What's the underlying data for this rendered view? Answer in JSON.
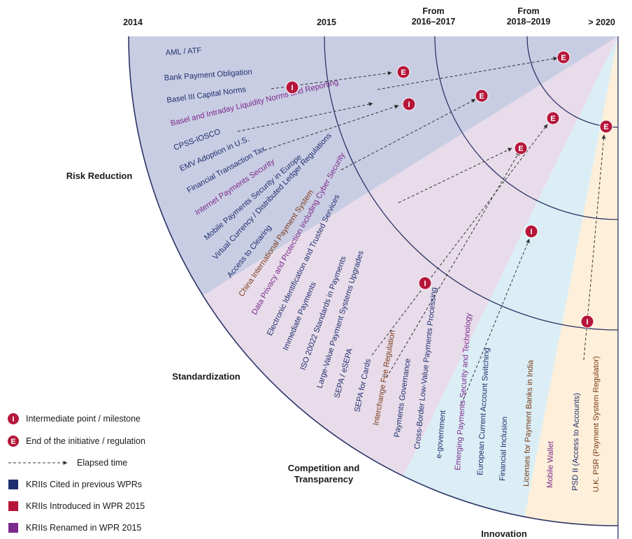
{
  "years": [
    {
      "id": "y2014",
      "lines": [
        "2014"
      ]
    },
    {
      "id": "y2015",
      "lines": [
        "2015"
      ]
    },
    {
      "id": "y2016",
      "lines": [
        "From",
        "2016–2017"
      ]
    },
    {
      "id": "y2018",
      "lines": [
        "From",
        "2018–2019"
      ]
    },
    {
      "id": "y2020",
      "lines": [
        "> 2020"
      ]
    }
  ],
  "categories": [
    {
      "id": "risk",
      "lines": [
        "Risk Reduction"
      ]
    },
    {
      "id": "std",
      "lines": [
        "Standardization"
      ]
    },
    {
      "id": "comp",
      "lines": [
        "Competition and",
        "Transparency"
      ]
    },
    {
      "id": "innov",
      "lines": [
        "Innovation"
      ]
    }
  ],
  "colors": {
    "cited": "#1f2f6e",
    "introduced": "#b5163a",
    "renamed": "#7a2a8c",
    "brown": "#7a3b1a",
    "marker": "#b5163a",
    "risk_bg": "#c9cde3",
    "std_bg": "#e8dcea",
    "comp_bg": "#dbeef5",
    "innov_bg": "#fdefd9",
    "ring": "#2b3467"
  },
  "initiatives": [
    {
      "id": "aml",
      "text": "AML / ATF",
      "status": "cited"
    },
    {
      "id": "bpo",
      "text": "Bank Payment Obligation",
      "status": "cited"
    },
    {
      "id": "basel",
      "text": "Basel III Capital Norms",
      "status": "cited"
    },
    {
      "id": "liq",
      "text": "Basel and Intraday Liquidity Norms and Reporting",
      "status": "renamed"
    },
    {
      "id": "cpss",
      "text": "CPSS-IOSCO",
      "status": "cited"
    },
    {
      "id": "emv",
      "text": "EMV Adoption in U.S.",
      "status": "cited"
    },
    {
      "id": "ftt",
      "text": "Financial Transaction Tax",
      "status": "cited"
    },
    {
      "id": "ips",
      "text": "Internet Payments Security",
      "status": "renamed"
    },
    {
      "id": "mps",
      "text": "Mobile Payments Security in Europe",
      "status": "cited"
    },
    {
      "id": "vc",
      "text": "Virtual Currency / Distributed Ledger Regulations",
      "status": "cited"
    },
    {
      "id": "atc",
      "text": "Access to Clearing",
      "status": "cited"
    },
    {
      "id": "cips",
      "text": "China International Payment System",
      "status": "brown"
    },
    {
      "id": "dpp",
      "text": "Data Privacy and Protection Including Cyber Security",
      "status": "renamed"
    },
    {
      "id": "eid",
      "text": "Electronic Identification and Trusted Services",
      "status": "cited"
    },
    {
      "id": "imm",
      "text": "Immediate Payments",
      "status": "cited"
    },
    {
      "id": "iso",
      "text": "ISO 20022 Standards in Payments",
      "status": "cited"
    },
    {
      "id": "lvp",
      "text": "Large-Value Payment Systems Upgrades",
      "status": "cited"
    },
    {
      "id": "sepa",
      "text": "SEPA / eSEPA",
      "status": "cited"
    },
    {
      "id": "sepac",
      "text": "SEPA for Cards",
      "status": "cited"
    },
    {
      "id": "ifr",
      "text": "Interchange Fee Regulation",
      "status": "brown"
    },
    {
      "id": "pg",
      "text": "Payments Governance",
      "status": "cited"
    },
    {
      "id": "cblv",
      "text": "Cross-Border Low-Value Payments Processing",
      "status": "cited"
    },
    {
      "id": "egov",
      "text": "e-government",
      "status": "cited"
    },
    {
      "id": "epst",
      "text": "Emerging Payments Security and Technology",
      "status": "renamed"
    },
    {
      "id": "ecas",
      "text": "European Current Account Switching",
      "status": "cited"
    },
    {
      "id": "fin",
      "text": "Financial Inclusion",
      "status": "cited"
    },
    {
      "id": "lic",
      "text": "Licenses for Payment Banks in India",
      "status": "brown"
    },
    {
      "id": "mw",
      "text": "Mobile Wallet",
      "status": "renamed"
    },
    {
      "id": "psd",
      "text": "PSD II (Access to Accounts)",
      "status": "cited"
    },
    {
      "id": "psr",
      "text": "U.K. PSR (Payment System Regulator)",
      "status": "brown"
    }
  ],
  "markers": [
    {
      "id": "m1",
      "letter": "I"
    },
    {
      "id": "m2",
      "letter": "E"
    },
    {
      "id": "m3",
      "letter": "E"
    },
    {
      "id": "m4",
      "letter": "I"
    },
    {
      "id": "m5",
      "letter": "E"
    },
    {
      "id": "m6",
      "letter": "E"
    },
    {
      "id": "m7",
      "letter": "E"
    },
    {
      "id": "m8",
      "letter": "E"
    },
    {
      "id": "m9",
      "letter": "I"
    },
    {
      "id": "m10",
      "letter": "I"
    },
    {
      "id": "m11",
      "letter": "I"
    }
  ],
  "legend": [
    {
      "id": "l1",
      "type": "marker",
      "letter": "I",
      "text": "Intermediate point / milestone"
    },
    {
      "id": "l2",
      "type": "marker",
      "letter": "E",
      "text": "End of the initiative / regulation"
    },
    {
      "id": "l3",
      "type": "arrow",
      "text": "Elapsed time"
    },
    {
      "id": "l4",
      "type": "swatch",
      "status": "cited",
      "text": "KRIIs Cited in previous WPRs"
    },
    {
      "id": "l5",
      "type": "swatch",
      "status": "introduced",
      "text": "KRIIs Introduced in WPR 2015"
    },
    {
      "id": "l6",
      "type": "swatch",
      "status": "renamed",
      "text": "KRIIs Renamed in WPR 2015"
    }
  ]
}
